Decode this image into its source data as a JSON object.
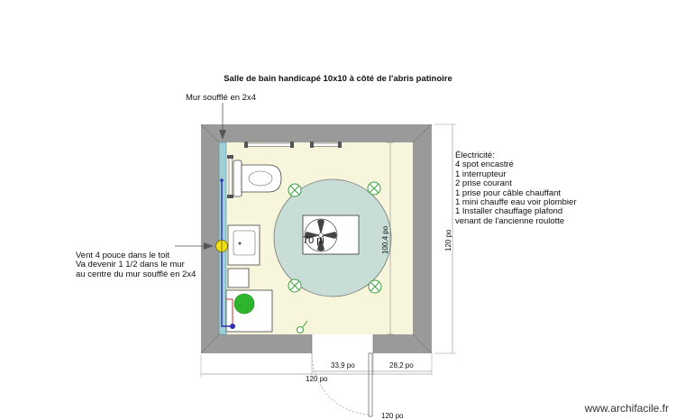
{
  "title": "Salle de bain handicapé 10x10 à côté de l'abris patinoire",
  "annotations": {
    "wall_note": "Mur soufflé en 2x4",
    "vent_note": [
      "Vent 4 pouce dans le toit",
      "Va devenir 1 1/2 dans le mur",
      "au centre du mur soufflé en 2x4"
    ],
    "electricity": [
      "Électricité:",
      "4 spot encastré",
      "1 interrupteur",
      "2 prise courant",
      "1 prise pour câble chauffant",
      "1 mini chauffe eau voir plombier",
      "1 Installer chauffage plafond",
      "venant de l'ancienne roulotte"
    ]
  },
  "dimensions": {
    "room_width": "120 po",
    "room_depth": "120 po",
    "inner_height": "100,4 po",
    "left_segment": "33,9 po",
    "right_segment": "28,2 po",
    "door": "120 po"
  },
  "heater_label": "...",
  "fan_label": "70 pi",
  "watermark": "www.archifacile.fr",
  "icons": [
    "toilet-icon",
    "sink-icon",
    "fan-icon",
    "spotlight-icon",
    "switch-icon",
    "vent-icon",
    "water-heater-icon",
    "grab-bar-icon"
  ],
  "colors": {
    "wall": "#9a9a9a",
    "floor": "#f7f6dc",
    "turning_circle": "#c7ddd6",
    "spotlight": "#3aa03a",
    "vent": "#f0e010",
    "plumbing": "#3030b0",
    "insulation": "#9fd0d8"
  }
}
